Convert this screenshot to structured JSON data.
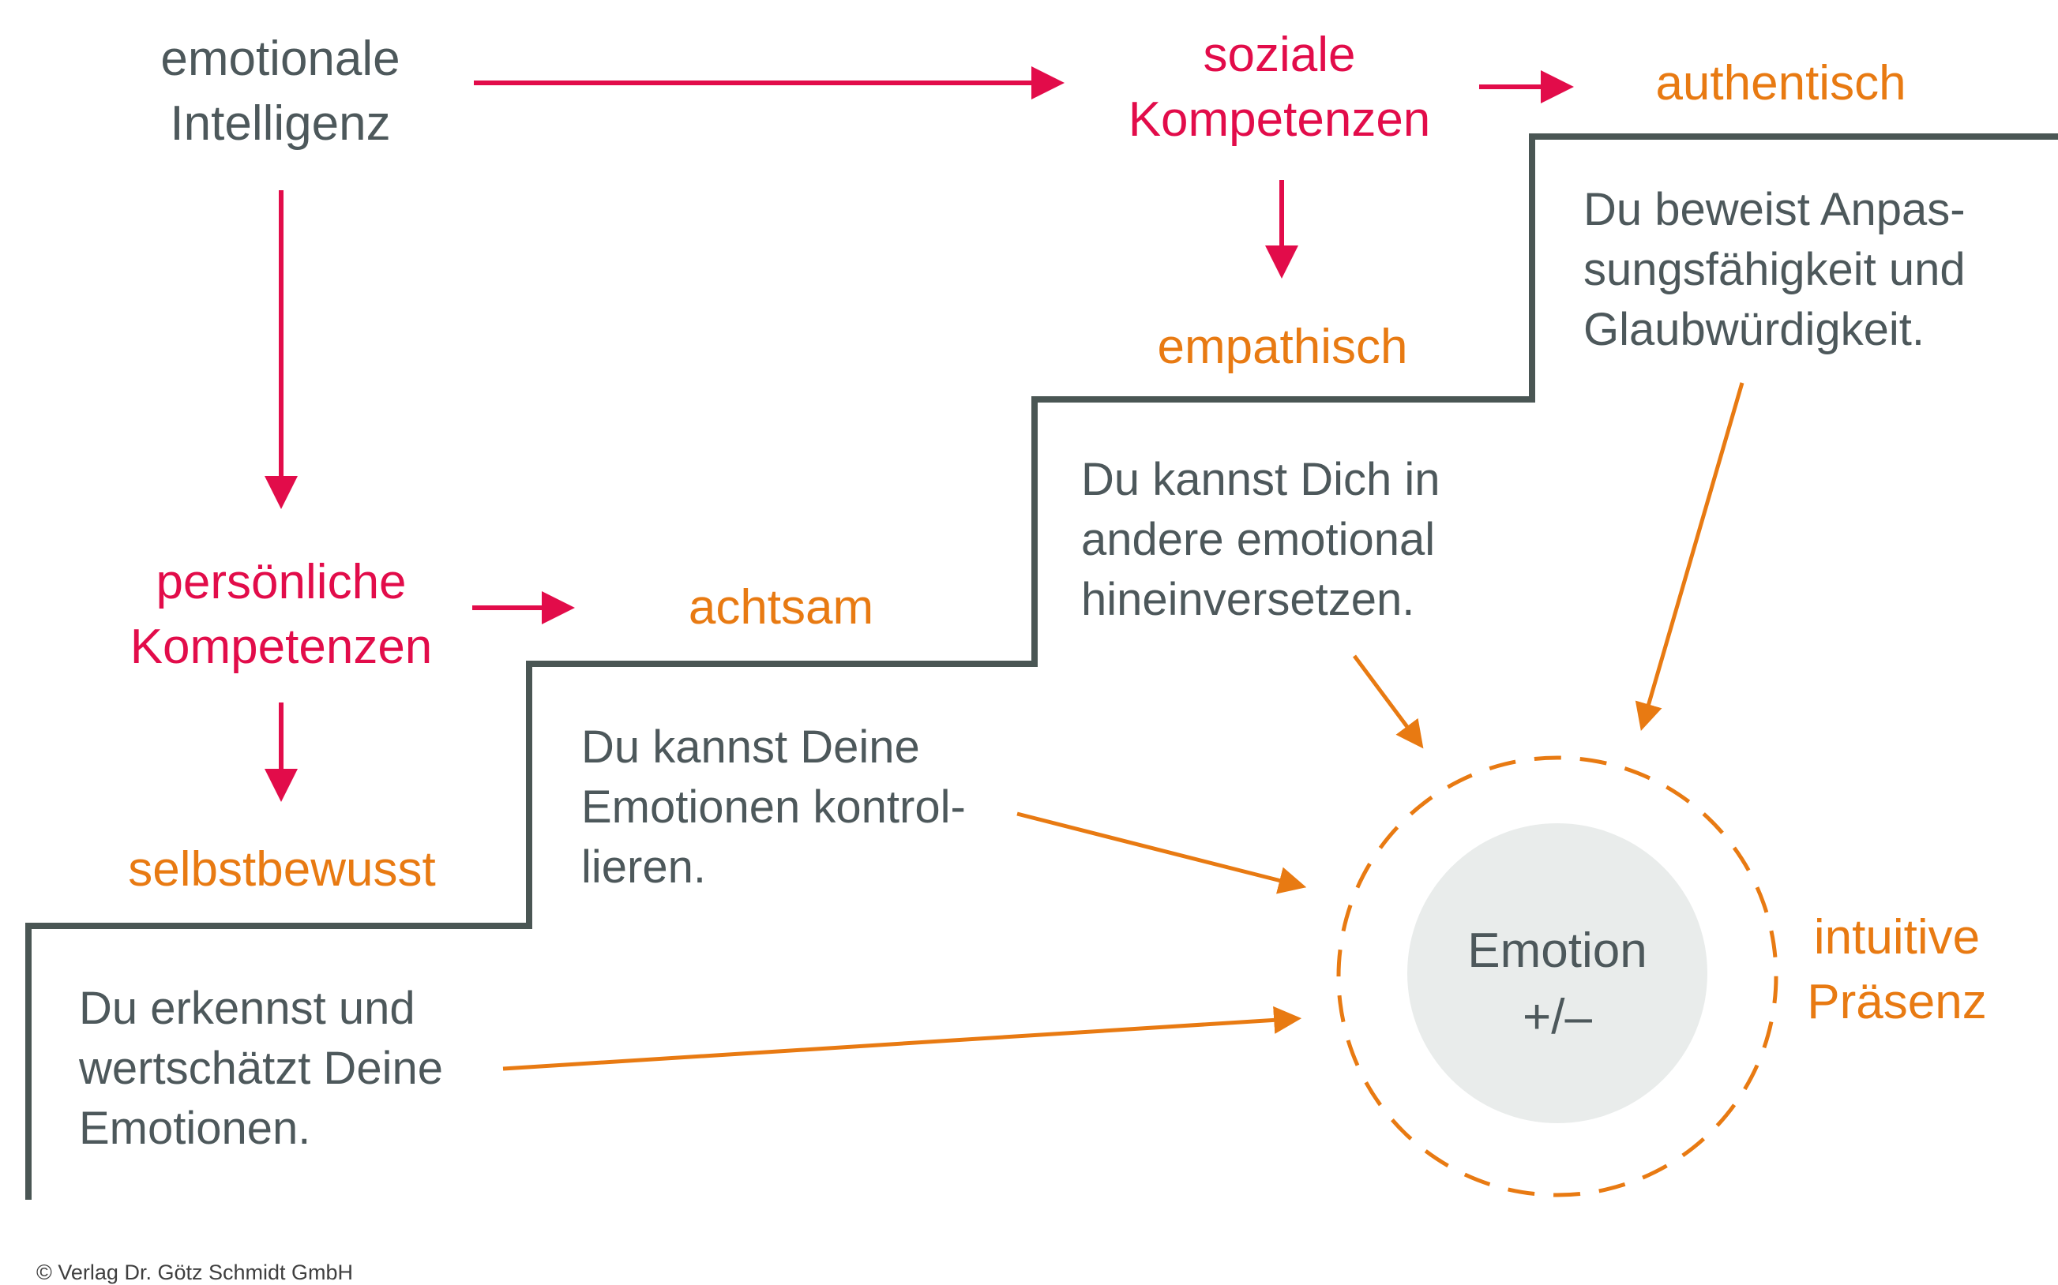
{
  "colors": {
    "red": "#e20c4a",
    "orange": "#e87a12",
    "dark_text": "#4d585b",
    "staircase_line": "#4a5654",
    "circle_fill": "#e9eceb",
    "background": "#ffffff"
  },
  "nodes": {
    "emotionale_intelligenz": {
      "line1": "emotionale",
      "line2": "Intelligenz"
    },
    "soziale_kompetenzen": {
      "line1": "soziale",
      "line2": "Kompetenzen"
    },
    "authentisch": {
      "label": "authentisch"
    },
    "empathisch": {
      "label": "empathisch"
    },
    "achtsam": {
      "label": "achtsam"
    },
    "persoenliche_kompetenzen": {
      "line1": "persönliche",
      "line2": "Kompetenzen"
    },
    "selbstbewusst": {
      "label": "selbstbewusst"
    },
    "intuitive_praesenz": {
      "line1": "intuitive",
      "line2": "Präsenz"
    },
    "emotion_circle": {
      "line1": "Emotion",
      "line2": "+/–"
    }
  },
  "notes": {
    "authentisch_note": {
      "line1": "Du beweist Anpas-",
      "line2": "sungsfähigkeit und",
      "line3": "Glaubwürdigkeit."
    },
    "empathisch_note": {
      "line1": "Du kannst Dich in",
      "line2": "andere emotional",
      "line3": "hineinversetzen."
    },
    "achtsam_note": {
      "line1": "Du kannst Deine",
      "line2": "Emotionen kontrol-",
      "line3": "lieren."
    },
    "selbstbewusst_note": {
      "line1": "Du erkennst und",
      "line2": "wertschätzt Deine",
      "line3": "Emotionen."
    }
  },
  "footer": {
    "copyright": "© Verlag Dr. Götz Schmidt GmbH"
  }
}
